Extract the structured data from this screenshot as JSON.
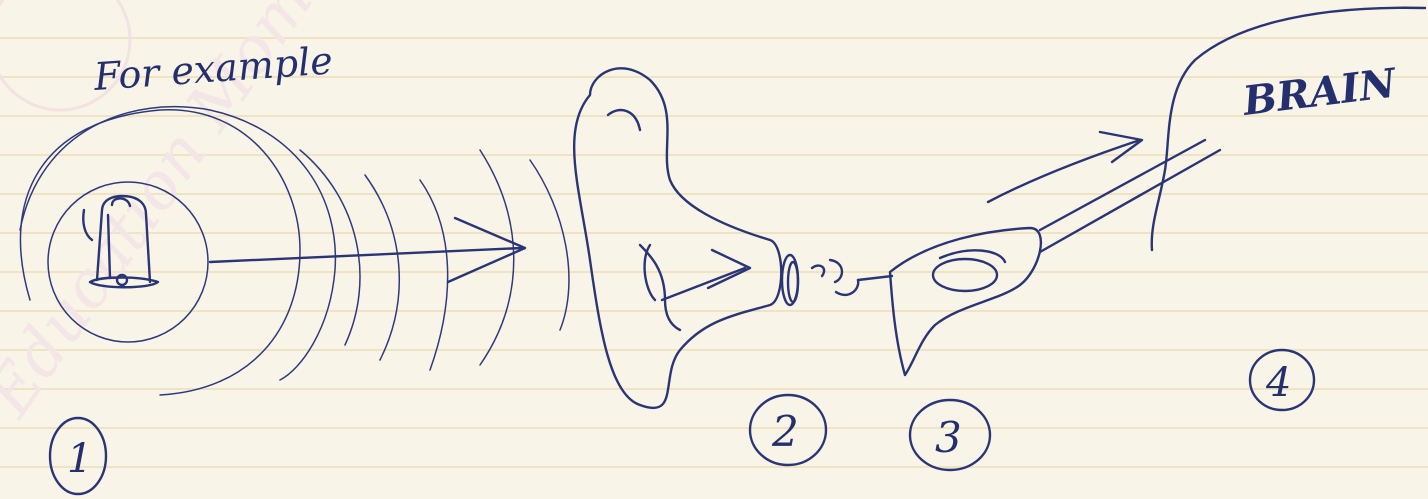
{
  "diagram": {
    "caption": "For example",
    "brain_label": "BRAIN",
    "stage_numbers": [
      "1",
      "2",
      "3",
      "4"
    ],
    "watermark": "Education Moments"
  },
  "colors": {
    "paper": "#f8f4e7",
    "rule_line": "#efe3c4",
    "ink": "#2a3575",
    "watermark": "#f2e2e2"
  }
}
